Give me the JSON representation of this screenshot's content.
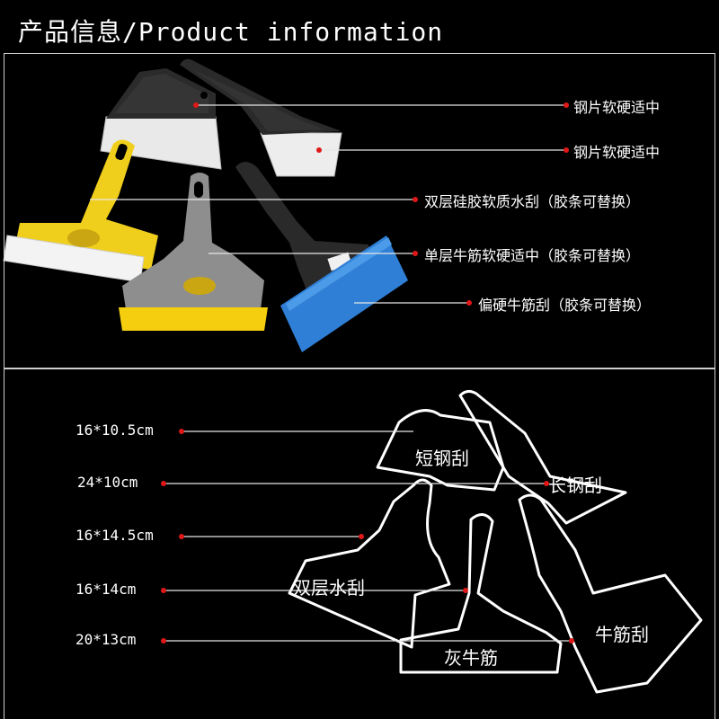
{
  "header": {
    "title": "产品信息/Product information"
  },
  "colors": {
    "background": "#000000",
    "line": "#e6e6e6",
    "dot": "#e01818",
    "yellow": "#f2d21a",
    "grey": "#8a8a8a",
    "blue": "#2f7fd6",
    "black_handle": "#2a2a2a"
  },
  "product_callouts": [
    {
      "text": "钢片软硬适中"
    },
    {
      "text": "钢片软硬适中"
    },
    {
      "text": "双层硅胶软质水刮（胶条可替换）"
    },
    {
      "text": "单层牛筋软硬适中（胶条可替换）"
    },
    {
      "text": "偏硬牛筋刮（胶条可替换）"
    }
  ],
  "dimensions": [
    {
      "text": "16*10.5cm"
    },
    {
      "text": "24*10cm"
    },
    {
      "text": "16*14.5cm"
    },
    {
      "text": "16*14cm"
    },
    {
      "text": "20*13cm"
    }
  ],
  "shape_labels": {
    "short_steel": "短钢刮",
    "long_steel": "长钢刮",
    "double_layer": "双层水刮",
    "grey_tendon": "灰牛筋",
    "tendon": "牛筋刮"
  }
}
